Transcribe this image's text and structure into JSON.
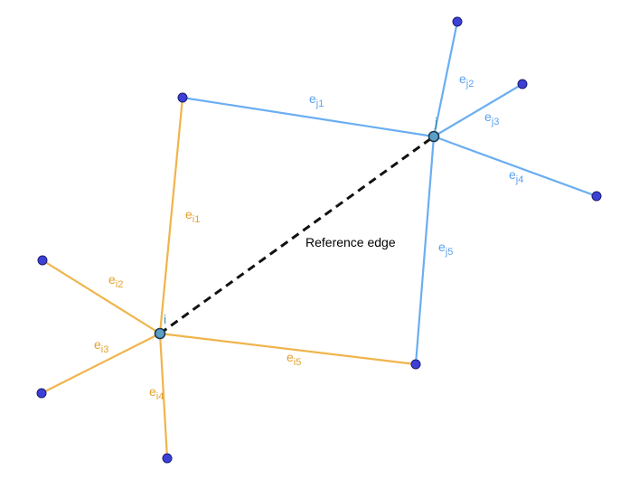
{
  "diagram": {
    "reference_label": "Reference edge",
    "centers": {
      "i": {
        "label": "i"
      },
      "j": {
        "label": "j"
      }
    },
    "edges_i": [
      {
        "base": "e",
        "sub": "i1"
      },
      {
        "base": "e",
        "sub": "i2"
      },
      {
        "base": "e",
        "sub": "i3"
      },
      {
        "base": "e",
        "sub": "i4"
      },
      {
        "base": "e",
        "sub": "i5"
      }
    ],
    "edges_j": [
      {
        "base": "e",
        "sub": "j1"
      },
      {
        "base": "e",
        "sub": "j2"
      },
      {
        "base": "e",
        "sub": "j3"
      },
      {
        "base": "e",
        "sub": "j4"
      },
      {
        "base": "e",
        "sub": "j5"
      }
    ],
    "colors": {
      "i_edges": "#f0b44a",
      "j_edges": "#6aaef2",
      "reference_edge": "#111111",
      "leaf_nodes": "#3d3fd9",
      "center_nodes": "#5b9fc7"
    }
  }
}
